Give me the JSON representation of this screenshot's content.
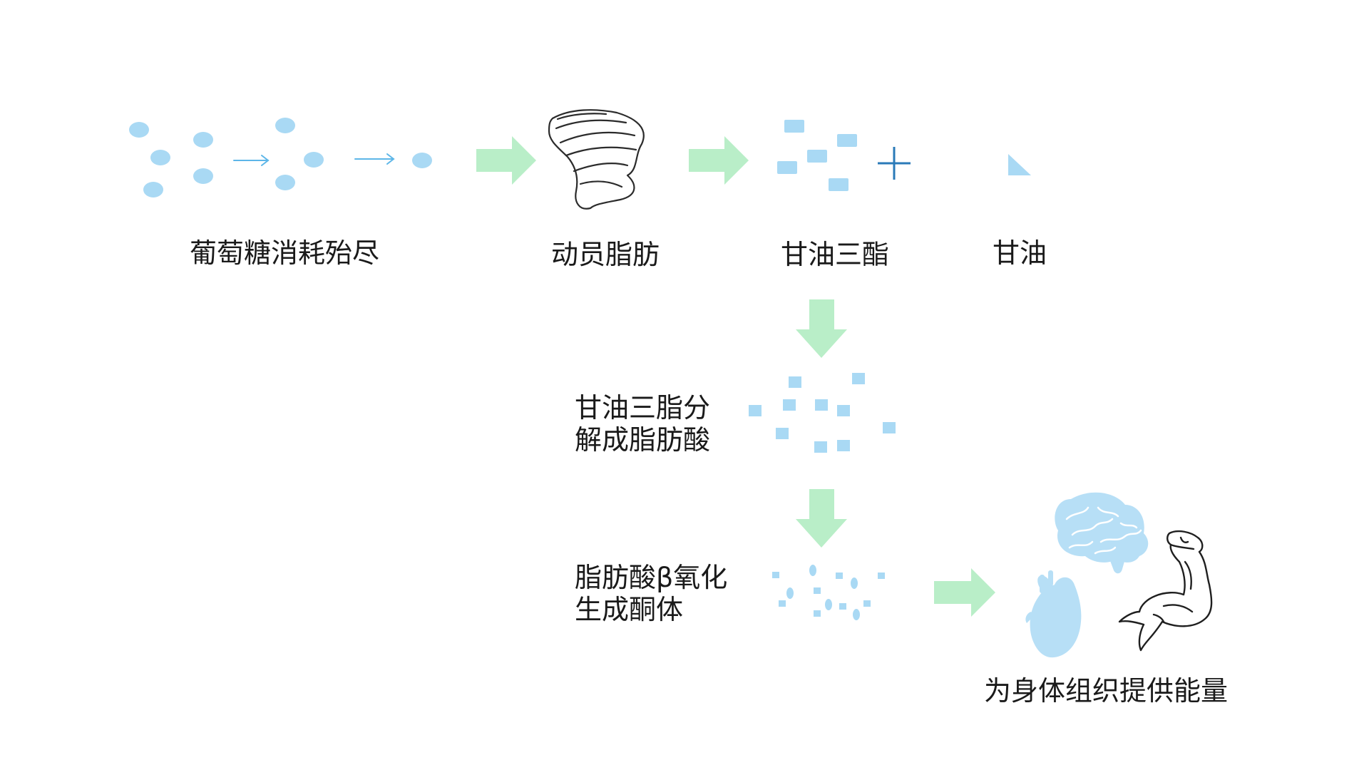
{
  "labels": {
    "glucose": "葡萄糖消耗殆尽",
    "mobilize": "动员脂肪",
    "triglyceride": "甘油三酯",
    "glycerol": "甘油",
    "hydrolysis_line1": "甘油三脂分",
    "hydrolysis_line2": "解成脂肪酸",
    "oxidation_line1": "脂肪酸β氧化",
    "oxidation_line2": "生成酮体",
    "energy": "为身体组织提供能量"
  },
  "colors": {
    "glucose_dot": "#a9d9f4",
    "thin_arrow": "#5db6e8",
    "flow_arrow": "#b9eec8",
    "particle": "#a9d9f4",
    "plus": "#2a7ab8",
    "organ": "#b7dff6",
    "outline": "#2b2b2b",
    "text": "#1a1a1a"
  },
  "icons": {
    "fat": "fat-tissue-icon",
    "heart": "heart-icon",
    "brain": "brain-icon",
    "muscle": "flexed-arm-icon",
    "plus": "plus-icon"
  }
}
